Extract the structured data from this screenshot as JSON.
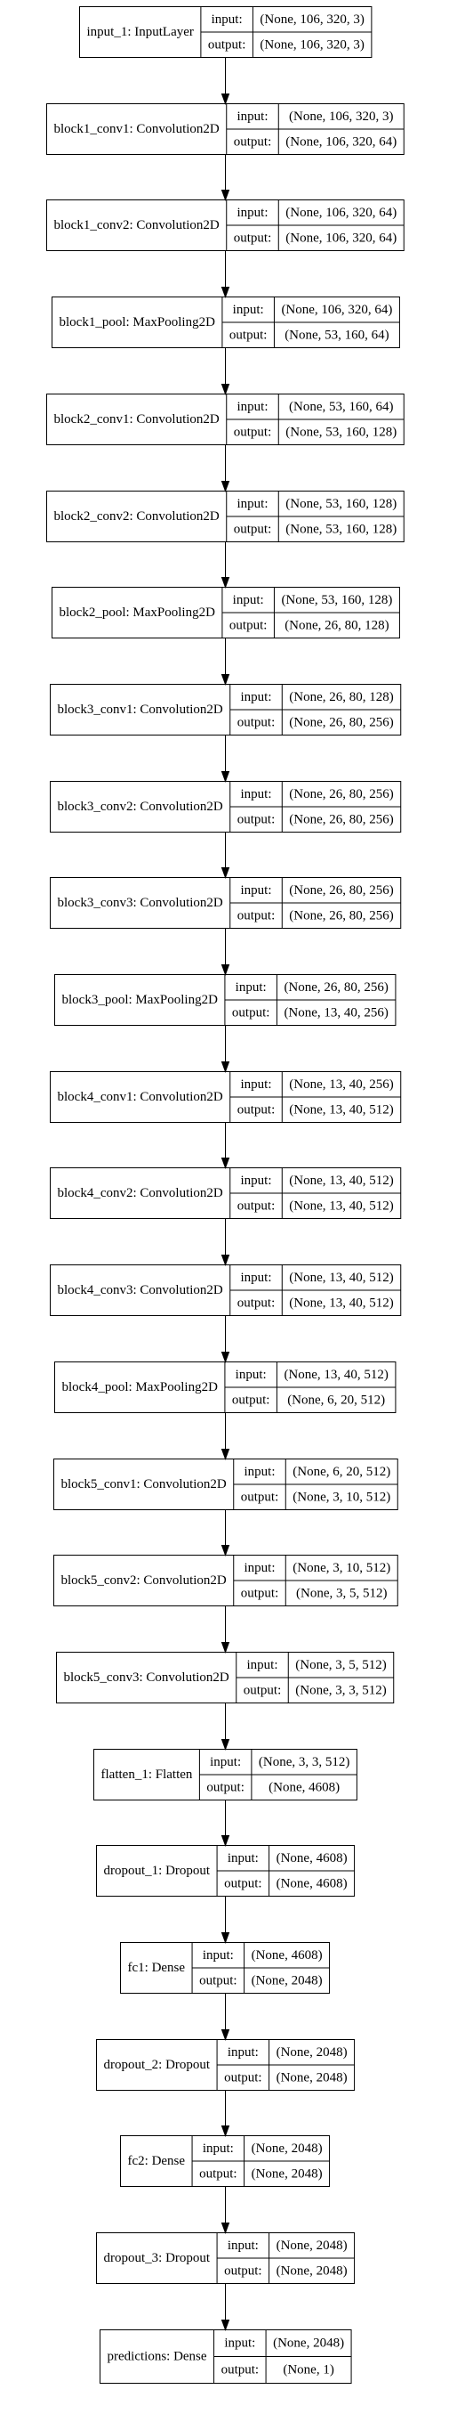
{
  "labels": {
    "input": "input:",
    "output": "output:"
  },
  "layers": [
    {
      "name": "input_1: InputLayer",
      "input": "(None, 106, 320, 3)",
      "output": "(None, 106, 320, 3)"
    },
    {
      "name": "block1_conv1: Convolution2D",
      "input": "(None, 106, 320, 3)",
      "output": "(None, 106, 320, 64)"
    },
    {
      "name": "block1_conv2: Convolution2D",
      "input": "(None, 106, 320, 64)",
      "output": "(None, 106, 320, 64)"
    },
    {
      "name": "block1_pool: MaxPooling2D",
      "input": "(None, 106, 320, 64)",
      "output": "(None, 53, 160, 64)"
    },
    {
      "name": "block2_conv1: Convolution2D",
      "input": "(None, 53, 160, 64)",
      "output": "(None, 53, 160, 128)"
    },
    {
      "name": "block2_conv2: Convolution2D",
      "input": "(None, 53, 160, 128)",
      "output": "(None, 53, 160, 128)"
    },
    {
      "name": "block2_pool: MaxPooling2D",
      "input": "(None, 53, 160, 128)",
      "output": "(None, 26, 80, 128)"
    },
    {
      "name": "block3_conv1: Convolution2D",
      "input": "(None, 26, 80, 128)",
      "output": "(None, 26, 80, 256)"
    },
    {
      "name": "block3_conv2: Convolution2D",
      "input": "(None, 26, 80, 256)",
      "output": "(None, 26, 80, 256)"
    },
    {
      "name": "block3_conv3: Convolution2D",
      "input": "(None, 26, 80, 256)",
      "output": "(None, 26, 80, 256)"
    },
    {
      "name": "block3_pool: MaxPooling2D",
      "input": "(None, 26, 80, 256)",
      "output": "(None, 13, 40, 256)"
    },
    {
      "name": "block4_conv1: Convolution2D",
      "input": "(None, 13, 40, 256)",
      "output": "(None, 13, 40, 512)"
    },
    {
      "name": "block4_conv2: Convolution2D",
      "input": "(None, 13, 40, 512)",
      "output": "(None, 13, 40, 512)"
    },
    {
      "name": "block4_conv3: Convolution2D",
      "input": "(None, 13, 40, 512)",
      "output": "(None, 13, 40, 512)"
    },
    {
      "name": "block4_pool: MaxPooling2D",
      "input": "(None, 13, 40, 512)",
      "output": "(None, 6, 20, 512)"
    },
    {
      "name": "block5_conv1: Convolution2D",
      "input": "(None, 6, 20, 512)",
      "output": "(None, 3, 10, 512)"
    },
    {
      "name": "block5_conv2: Convolution2D",
      "input": "(None, 3, 10, 512)",
      "output": "(None, 3, 5, 512)"
    },
    {
      "name": "block5_conv3: Convolution2D",
      "input": "(None, 3, 5, 512)",
      "output": "(None, 3, 3, 512)"
    },
    {
      "name": "flatten_1: Flatten",
      "input": "(None, 3, 3, 512)",
      "output": "(None, 4608)"
    },
    {
      "name": "dropout_1: Dropout",
      "input": "(None, 4608)",
      "output": "(None, 4608)"
    },
    {
      "name": "fc1: Dense",
      "input": "(None, 4608)",
      "output": "(None, 2048)"
    },
    {
      "name": "dropout_2: Dropout",
      "input": "(None, 2048)",
      "output": "(None, 2048)"
    },
    {
      "name": "fc2: Dense",
      "input": "(None, 2048)",
      "output": "(None, 2048)"
    },
    {
      "name": "dropout_3: Dropout",
      "input": "(None, 2048)",
      "output": "(None, 2048)"
    },
    {
      "name": "predictions: Dense",
      "input": "(None, 2048)",
      "output": "(None, 1)"
    }
  ]
}
